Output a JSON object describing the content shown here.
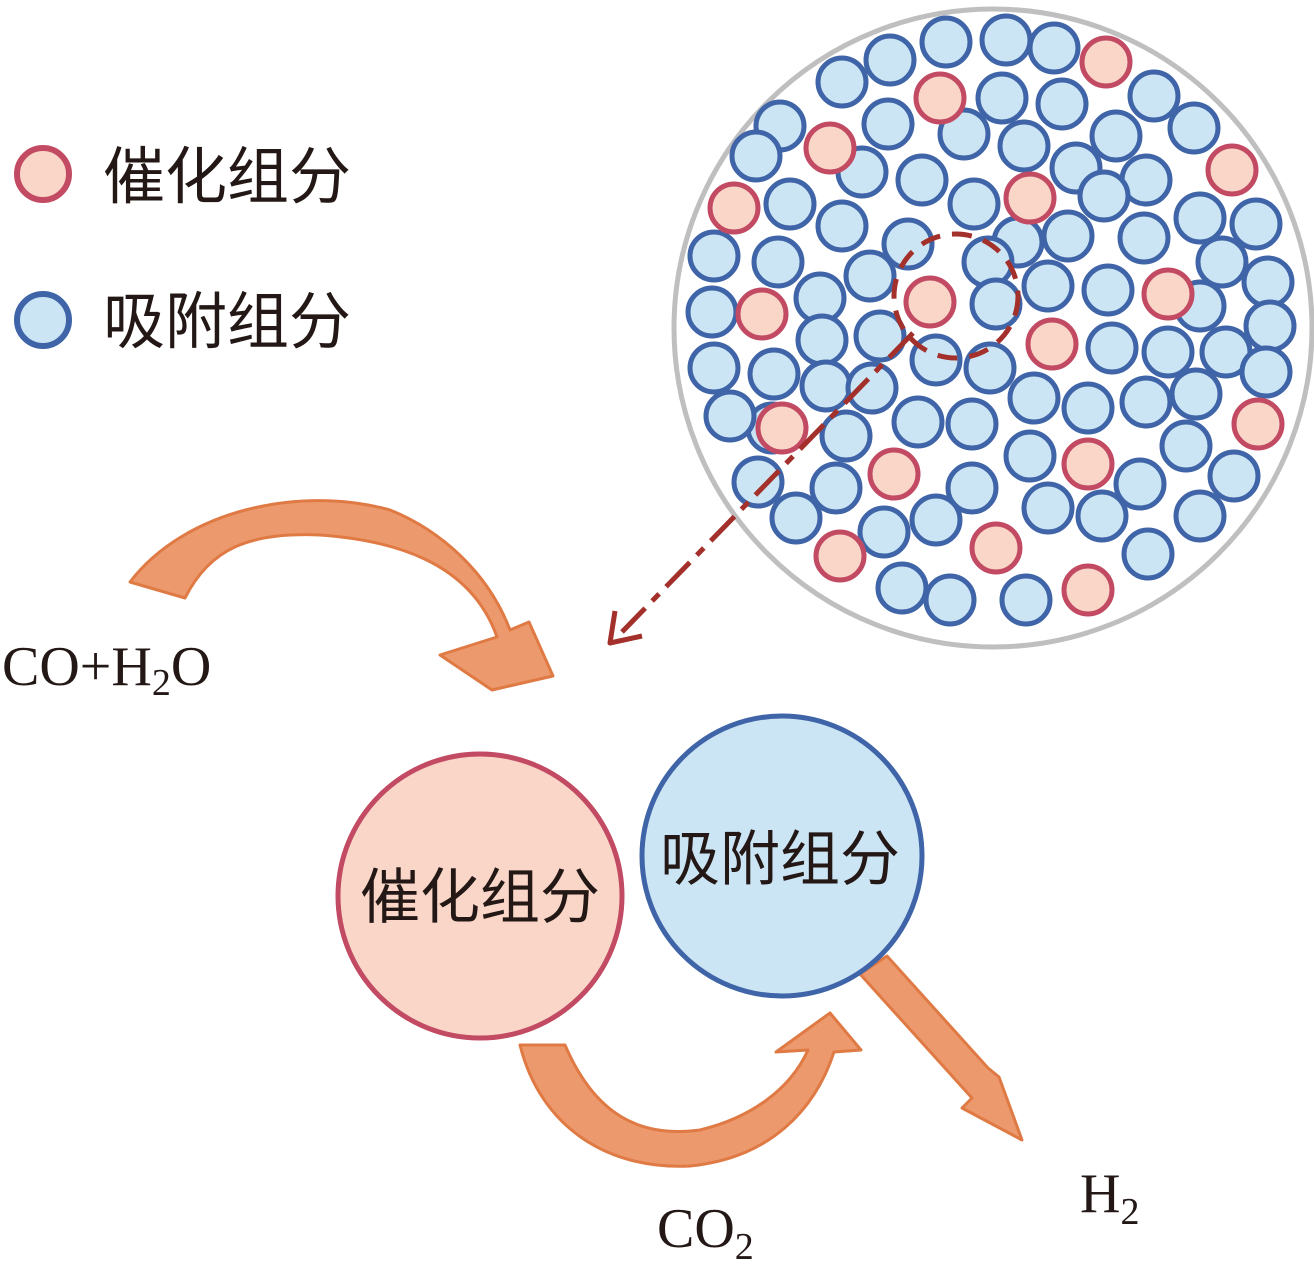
{
  "legend": {
    "catalytic_label": "催化组分",
    "adsorption_label": "吸附组分"
  },
  "labels": {
    "feed_main": "CO+H",
    "feed_sub": "2",
    "feed_tail": "O",
    "co2_main": "CO",
    "co2_sub": "2",
    "h2_main": "H",
    "h2_sub": "2",
    "big_catalytic": "催化组分",
    "big_adsorption": "吸附组分"
  },
  "colors": {
    "catalytic_fill": "#f9d6c7",
    "catalytic_stroke": "#c24b63",
    "adsorption_fill": "#cce5f4",
    "adsorption_stroke": "#3f65a8",
    "arrow_fill": "#ec9a6d",
    "arrow_stroke": "#e07a45",
    "dashed_line": "#a3302a",
    "cluster_border": "#bfbfbf"
  },
  "icons": {
    "catalytic_marker": "pink-circle-icon",
    "adsorption_marker": "blue-circle-icon",
    "process_arrow": "curved-arrow-icon"
  }
}
